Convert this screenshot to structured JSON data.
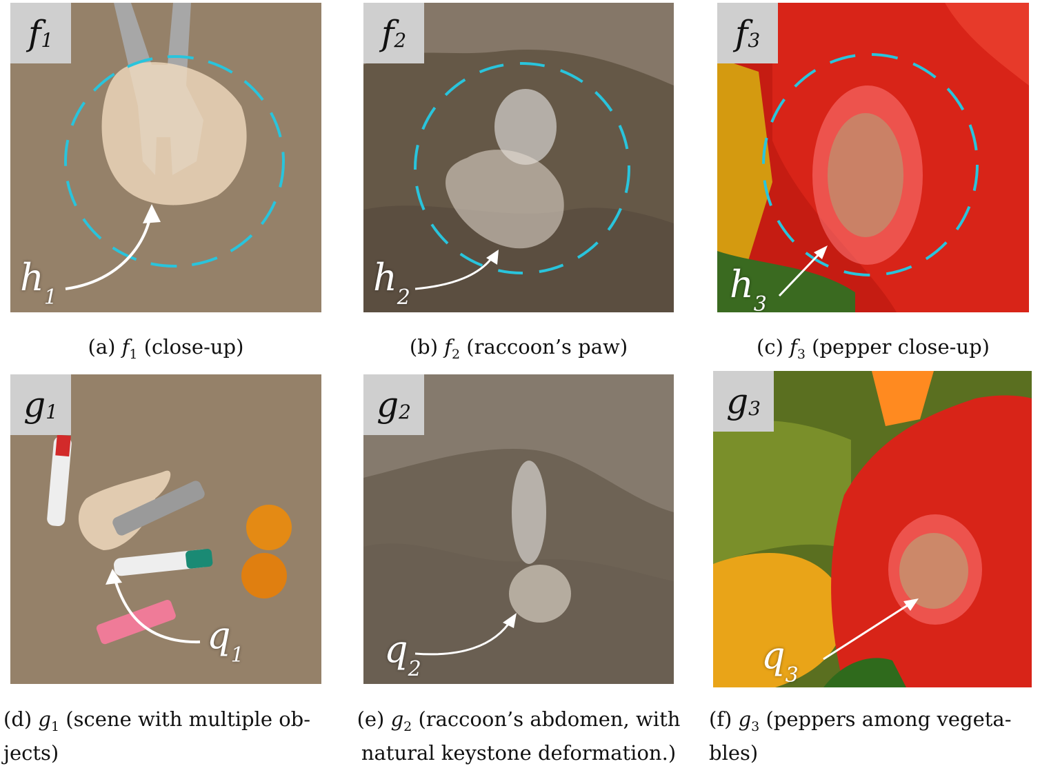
{
  "panels": [
    {
      "key": "a",
      "badge": {
        "base": "f",
        "sub": "1"
      },
      "region": {
        "base": "h",
        "sub": "1"
      },
      "caption": {
        "prefix": "(a) ",
        "var": "f",
        "sub": "1",
        "text": " (close-up)"
      }
    },
    {
      "key": "b",
      "badge": {
        "base": "f",
        "sub": "2"
      },
      "region": {
        "base": "h",
        "sub": "2"
      },
      "caption": {
        "prefix": "(b) ",
        "var": "f",
        "sub": "2",
        "text": " (raccoon’s paw)"
      }
    },
    {
      "key": "c",
      "badge": {
        "base": "f",
        "sub": "3"
      },
      "region": {
        "base": "h",
        "sub": "3"
      },
      "caption": {
        "prefix": "(c) ",
        "var": "f",
        "sub": "3",
        "text": " (pepper close-up)"
      }
    },
    {
      "key": "d",
      "badge": {
        "base": "g",
        "sub": "1"
      },
      "region": {
        "base": "q",
        "sub": "1"
      },
      "caption": {
        "prefix": "(d) ",
        "var": "g",
        "sub": "1",
        "text": " (scene with multiple ob-",
        "line2": "jects)"
      }
    },
    {
      "key": "e",
      "badge": {
        "base": "g",
        "sub": "2"
      },
      "region": {
        "base": "q",
        "sub": "2"
      },
      "caption": {
        "prefix": "(e) ",
        "var": "g",
        "sub": "2",
        "text": " (raccoon’s abdomen, with",
        "line2": "natural keystone deformation.)"
      }
    },
    {
      "key": "f",
      "badge": {
        "base": "g",
        "sub": "3"
      },
      "region": {
        "base": "q",
        "sub": "3"
      },
      "caption": {
        "prefix": "(f) ",
        "var": "g",
        "sub": "3",
        "text": " (peppers among vegeta-",
        "line2": "bles)"
      }
    }
  ],
  "colors": {
    "dashed_circle": "#29c4dc",
    "region_fill_light": "#f2dcc0",
    "region_fill_pepper": "#ff7a7a",
    "badge_bg": "#cfcfcf"
  }
}
